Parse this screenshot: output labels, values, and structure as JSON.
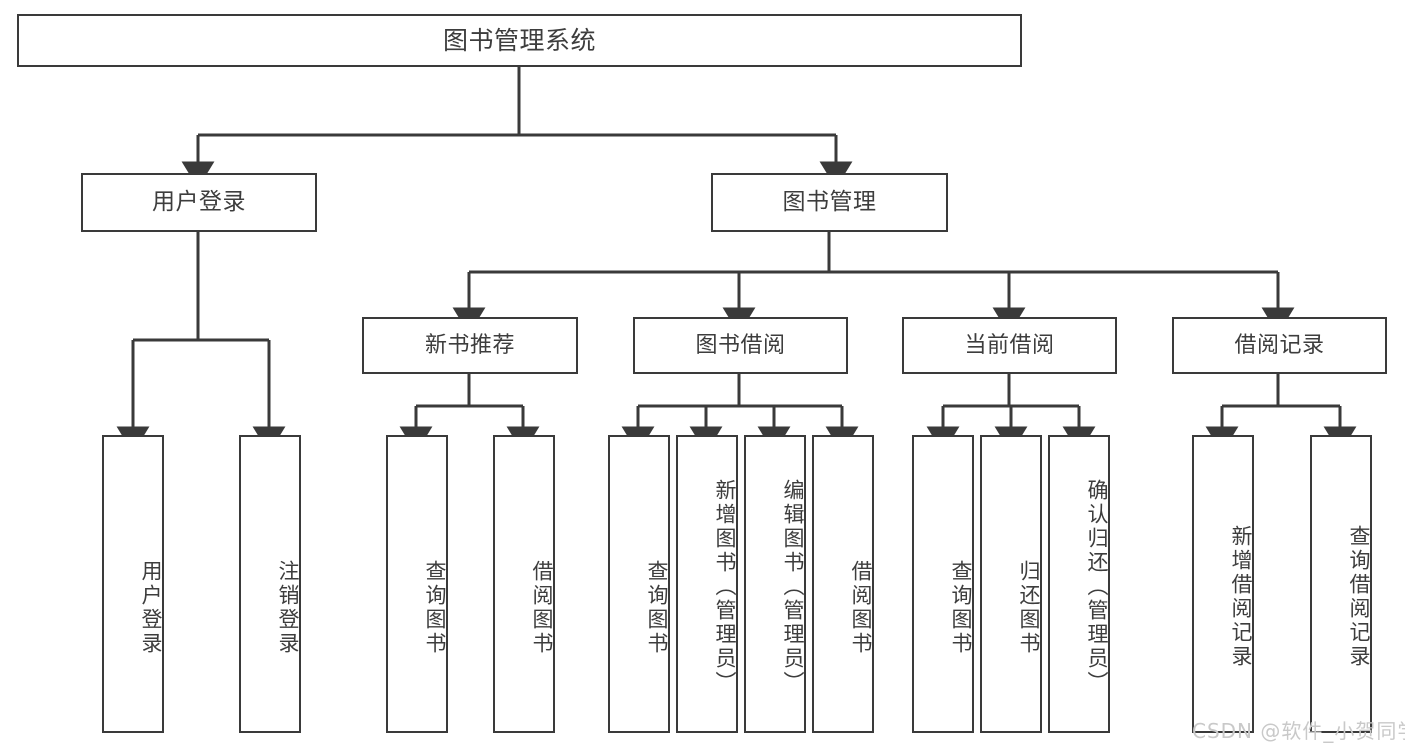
{
  "diagram": {
    "title": "图书管理系统",
    "style": {
      "line_color": "#3a3a3a",
      "box_border_color": "#3a3a3a",
      "box_fill": "#ffffff",
      "text_color": "#3d3d3d",
      "background": "#ffffff",
      "watermark_color": "#c9c9c9"
    },
    "root": {
      "id": "root",
      "label": "图书管理系统",
      "orientation": "horizontal"
    },
    "level2": [
      {
        "id": "user-login",
        "label": "用户登录",
        "orientation": "horizontal"
      },
      {
        "id": "book-management",
        "label": "图书管理",
        "orientation": "horizontal"
      }
    ],
    "level3": [
      {
        "id": "new-book-recommend",
        "label": "新书推荐",
        "orientation": "horizontal",
        "parent": "book-management"
      },
      {
        "id": "book-borrow",
        "label": "图书借阅",
        "orientation": "horizontal",
        "parent": "book-management"
      },
      {
        "id": "current-borrow",
        "label": "当前借阅",
        "orientation": "horizontal",
        "parent": "book-management"
      },
      {
        "id": "borrow-record",
        "label": "借阅记录",
        "orientation": "horizontal",
        "parent": "book-management"
      }
    ],
    "leaves": [
      {
        "id": "leaf-user-login",
        "label": "用户登录",
        "orientation": "vertical",
        "parent": "user-login"
      },
      {
        "id": "leaf-logout-login",
        "label": "注销登录",
        "orientation": "vertical",
        "parent": "user-login"
      },
      {
        "id": "leaf-query-book-1",
        "label": "查询图书",
        "orientation": "vertical",
        "parent": "new-book-recommend"
      },
      {
        "id": "leaf-borrow-book-1",
        "label": "借阅图书",
        "orientation": "vertical",
        "parent": "new-book-recommend"
      },
      {
        "id": "leaf-query-book-2",
        "label": "查询图书",
        "orientation": "vertical",
        "parent": "book-borrow"
      },
      {
        "id": "leaf-add-book",
        "label": "新增图书（管理员）",
        "orientation": "vertical",
        "parent": "book-borrow"
      },
      {
        "id": "leaf-edit-book",
        "label": "编辑图书（管理员）",
        "orientation": "vertical",
        "parent": "book-borrow"
      },
      {
        "id": "leaf-borrow-book-2",
        "label": "借阅图书",
        "orientation": "vertical",
        "parent": "book-borrow"
      },
      {
        "id": "leaf-query-book-3",
        "label": "查询图书",
        "orientation": "vertical",
        "parent": "current-borrow"
      },
      {
        "id": "leaf-return-book",
        "label": "归还图书",
        "orientation": "vertical",
        "parent": "current-borrow"
      },
      {
        "id": "leaf-confirm-return",
        "label": "确认归还（管理员）",
        "orientation": "vertical",
        "parent": "current-borrow"
      },
      {
        "id": "leaf-add-record",
        "label": "新增借阅记录",
        "orientation": "vertical",
        "parent": "borrow-record"
      },
      {
        "id": "leaf-query-record",
        "label": "查询借阅记录",
        "orientation": "vertical",
        "parent": "borrow-record"
      }
    ],
    "watermark": "CSDN @软件_小贺同学"
  }
}
